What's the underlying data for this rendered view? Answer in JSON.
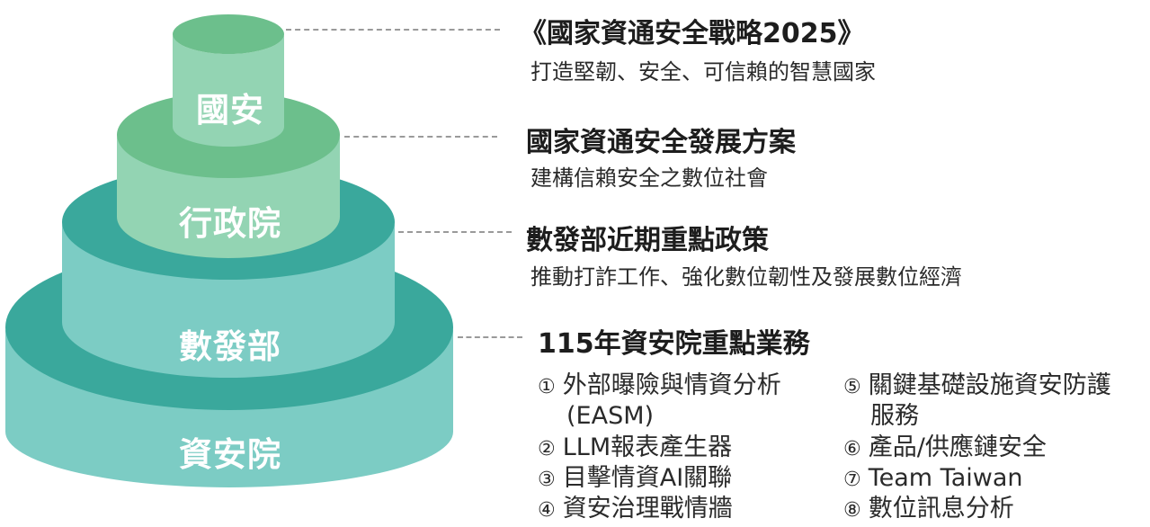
{
  "tiers": [
    {
      "label": "國安",
      "title": "《國家資通安全戰略2025》",
      "subtitle": "打造堅韌、安全、可信賴的智慧國家"
    },
    {
      "label": "行政院",
      "title": "國家資通安全發展方案",
      "subtitle": "建構信賴安全之數位社會"
    },
    {
      "label": "數發部",
      "title": "數發部近期重點政策",
      "subtitle": "推動打詐工作、強化數位韌性及發展數位經濟"
    },
    {
      "label": "資安院",
      "title": "115年資安院重點業務",
      "subtitle": ""
    }
  ],
  "tasks": [
    {
      "num": "①",
      "text": "外部曝險與情資分析",
      "text2": "(EASM)"
    },
    {
      "num": "②",
      "text": "LLM報表產生器"
    },
    {
      "num": "③",
      "text": "目擊情資AI關聯"
    },
    {
      "num": "④",
      "text": "資安治理戰情牆"
    },
    {
      "num": "⑤",
      "text": "關鍵基礎設施資安防護",
      "text2": "服務"
    },
    {
      "num": "⑥",
      "text": "產品/供應鏈安全"
    },
    {
      "num": "⑦",
      "text": "Team Taiwan"
    },
    {
      "num": "⑧",
      "text": "數位訊息分析"
    }
  ],
  "colors": {
    "tier1_top": "#6cbf8c",
    "tier1_side": "#93d4b3",
    "tier2_top": "#6cbf8c",
    "tier2_side": "#93d4b3",
    "tier3_top": "#3aa89c",
    "tier3_side": "#7cccc4",
    "tier4_top": "#3aa89c",
    "tier4_side": "#7cccc4",
    "connector": "#9a9a9a"
  }
}
